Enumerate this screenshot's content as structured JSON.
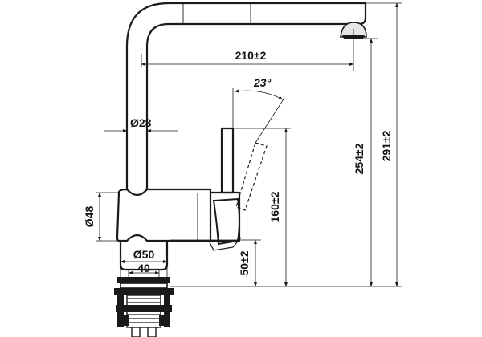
{
  "dimensions": {
    "spout_reach": "210±2",
    "swivel_angle": "23°",
    "body_diameter": "Ø28",
    "base_diameter": "Ø48",
    "mount_diameter": "Ø50",
    "mount_width": "40",
    "lever_height": "160±2",
    "outlet_height": "254±2",
    "total_height": "291±2",
    "deck_to_base": "50±2"
  }
}
